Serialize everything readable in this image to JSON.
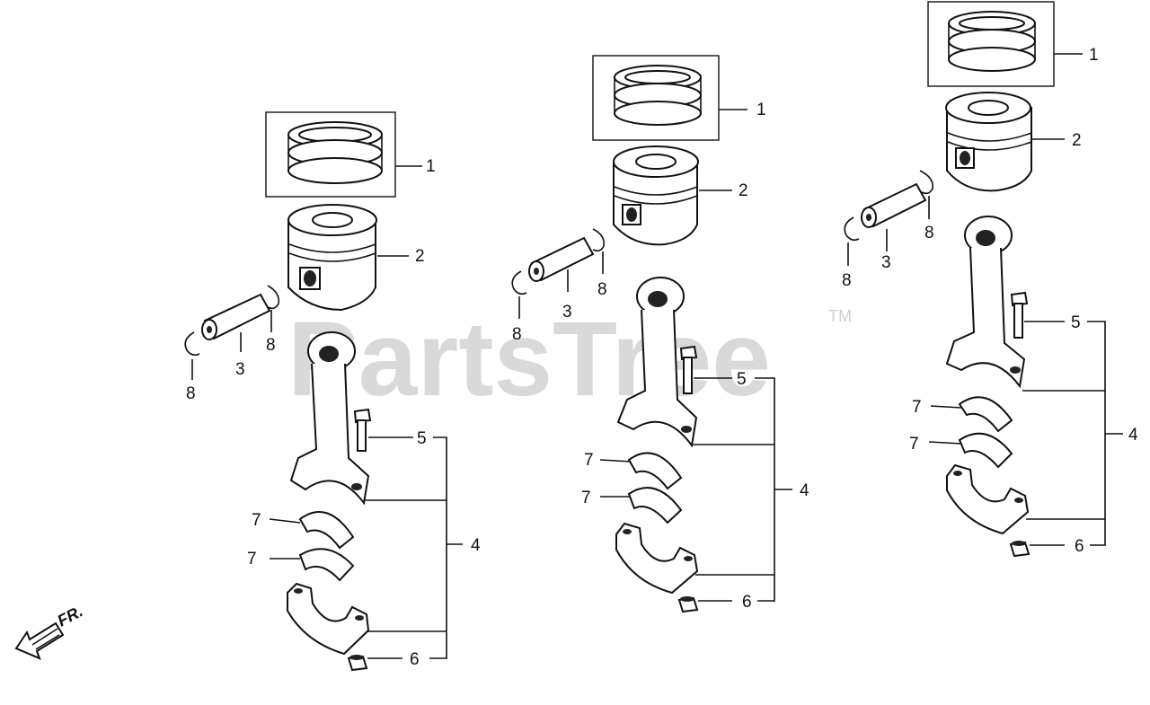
{
  "watermark": {
    "text": "PartsTree",
    "trademark": "TM"
  },
  "front_indicator": {
    "label": "FR."
  },
  "callouts": {
    "piston_rings": "1",
    "piston": "2",
    "piston_pin": "3",
    "connecting_rod": "4",
    "rod_bolt": "5",
    "rod_nut": "6",
    "bearing": "7",
    "clip": "8"
  }
}
